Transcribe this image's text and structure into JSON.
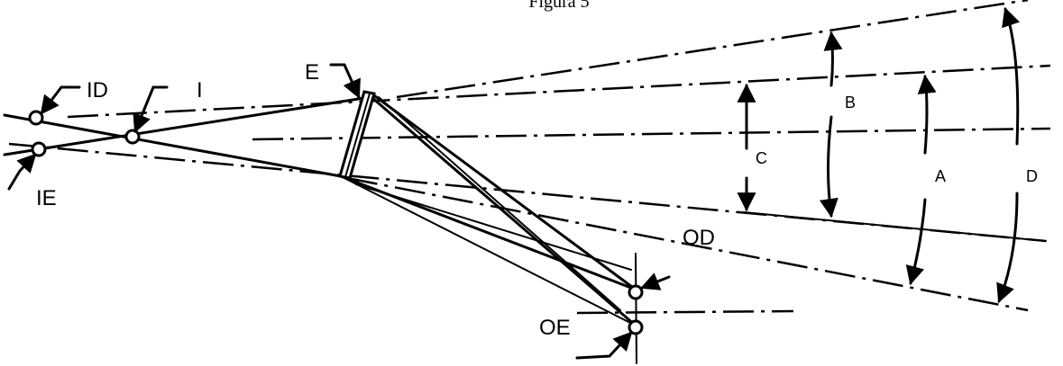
{
  "figure": {
    "title": "Figura 5",
    "labels": {
      "id": "ID",
      "i": "I",
      "ie": "IE",
      "e": "E",
      "od": "OD",
      "oe": "OE",
      "a": "A",
      "b": "B",
      "c": "C",
      "d": "D"
    }
  }
}
